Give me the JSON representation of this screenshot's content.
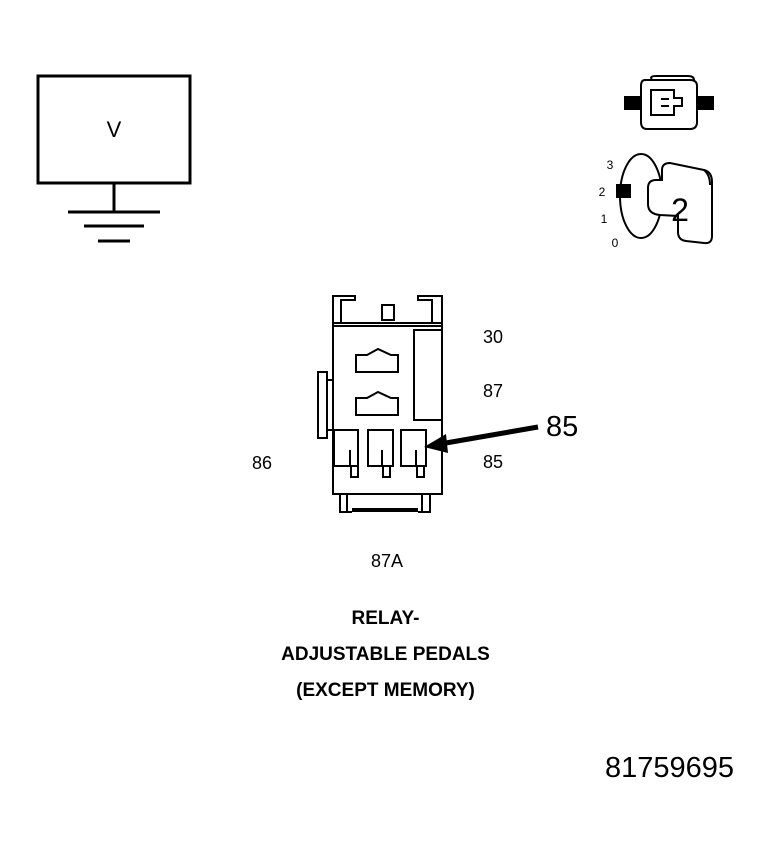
{
  "voltmeter": {
    "symbol": "V"
  },
  "ignition_switch": {
    "positions": [
      "3",
      "2",
      "1",
      "0"
    ],
    "selected": "2"
  },
  "relay": {
    "pins": {
      "p30": "30",
      "p87": "87",
      "p86": "86",
      "p85": "85",
      "p87a": "87A"
    },
    "callout": "85"
  },
  "caption": {
    "line1": "RELAY-",
    "line2": "ADJUSTABLE PEDALS",
    "line3": "(EXCEPT MEMORY)"
  },
  "figure_id": "81759695"
}
